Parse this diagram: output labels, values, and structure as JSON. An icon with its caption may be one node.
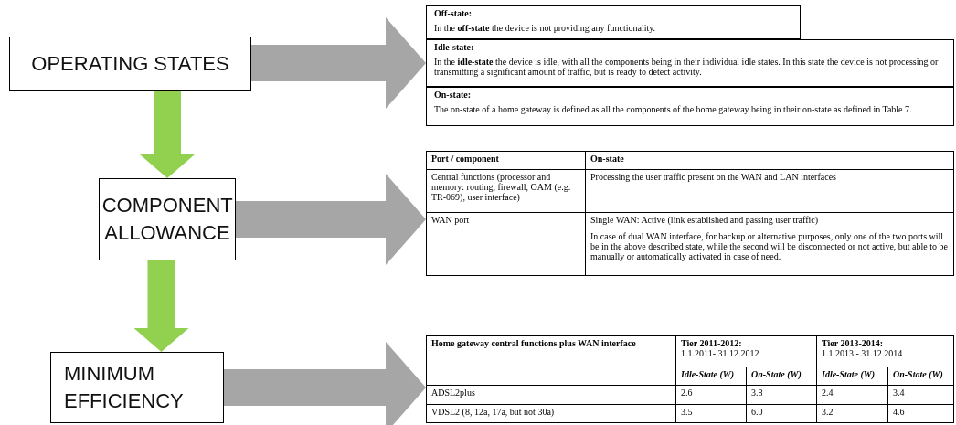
{
  "diagram": {
    "nodes": [
      {
        "text": [
          "OPERATING STATES"
        ]
      },
      {
        "text": [
          "COMPONENT ALLOWANCE"
        ]
      },
      {
        "text": [
          "MINIMUM EFFICIENCY"
        ]
      },
      {
        "text": [
          "Off-state:",
          "In the **off-state** the device is not providing any functionality."
        ]
      },
      {
        "text": [
          "Idle-state:",
          "In the **idle-state** the device is idle, with all the components being in their individual idle states. In this state the device is not processing or transmitting a significant amount of traffic, but is ready to detect activity."
        ]
      },
      {
        "text": [
          "On-state:",
          "The on-state of a home gateway is defined as all the components of the home gateway being in their on-state as defined in Table 7."
        ]
      },
      {
        "text": [
          "Port / component",
          "On-state",
          "Central functions (processor and memory: routing, firewall, OAM (e.g. TR-069), user interface)",
          "Processing the user traffic present on the WAN and LAN interfaces",
          "WAN port",
          "Single WAN: Active (link established and passing user traffic)",
          "In case of dual WAN interface, for backup or alternative purposes, only one of the two ports will be in the above described state, while the second will be disconnected or not active, but able to be manually or automatically activated in case of need."
        ]
      },
      {
        "text": [
          "Home gateway central functions plus WAN interface",
          "Tier 2011-2012:",
          "1.1.2011- 31.12.2012",
          "Tier 2013-2014:",
          "1.1.2013 - 31.12.2014",
          "Idle-State (W)",
          "On-State (W)",
          "Idle-State (W)",
          "On-State (W)",
          "ADSL2plus",
          "2.6",
          "3.8",
          "2.4",
          "3.4",
          "VDSL2 (8, 12a, 17a, but not 30a)",
          "3.5",
          "6.0",
          "3.2",
          "4.6"
        ]
      }
    ],
    "edges": [
      {
        "from": 0,
        "to": 4,
        "arrow": "to"
      },
      {
        "from": 0,
        "to": 1,
        "arrow": "to",
        "color": "#92d050"
      },
      {
        "from": 1,
        "to": 6,
        "arrow": "to"
      },
      {
        "from": 1,
        "to": 2,
        "arrow": "to",
        "color": "#92d050"
      },
      {
        "from": 2,
        "to": 7,
        "arrow": "to"
      }
    ]
  }
}
